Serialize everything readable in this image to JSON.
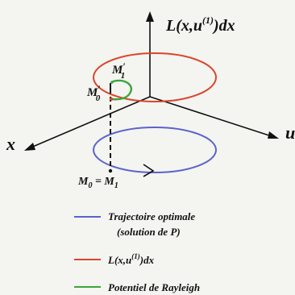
{
  "diagram": {
    "axis_labels": {
      "vertical_main": "L(x,u",
      "vertical_sup": "(1)",
      "vertical_tail": ")dx",
      "x": "x",
      "u": "u"
    },
    "points": {
      "m1_prime_main": "M",
      "m1_prime_mark": "′",
      "m1_prime_sub": "1",
      "m0_prime_main": "M",
      "m0_prime_mark": "′",
      "m0_prime_sub": "0",
      "m0_main": "M",
      "m0_sub": "0",
      "m0_equals": " = M",
      "m1_sub": "1"
    },
    "legend": [
      {
        "color": "#5b63c9",
        "line1": "Trajectoire optimale",
        "line2": "(solution de P)"
      },
      {
        "color": "#d9462a",
        "line1_main": "L(x,u",
        "line1_sup": "(1)",
        "line1_tail": ")dx"
      },
      {
        "color": "#3aa63a",
        "line1": "Potentiel de Rayleigh"
      }
    ],
    "colors": {
      "trajectory": "#5b63c9",
      "lagrangian": "#d9462a",
      "rayleigh": "#3aa63a",
      "axes": "#111111"
    }
  }
}
